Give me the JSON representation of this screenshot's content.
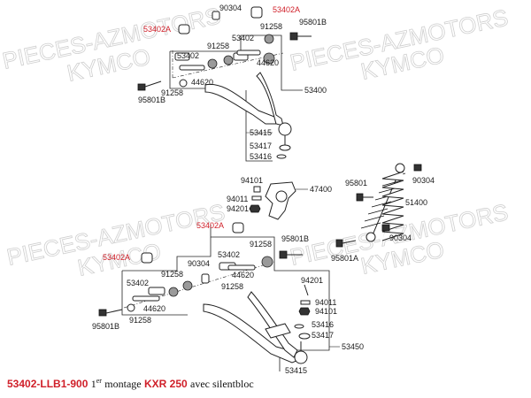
{
  "watermarks": [
    "PIECES-AZMOTORS",
    "KYMCO",
    "PIECES-AZMOTORS",
    "KYMCO",
    "PIECES-AZMOTORS",
    "KYMCO",
    "PIECES-AZMOTORS",
    "KYMCO"
  ],
  "labels": {
    "upper_90304": "90304",
    "upper_53402A_top": "53402A",
    "upper_95801B_right": "95801B",
    "upper_53402A_left": "53402A",
    "upper_91258_right": "91258",
    "upper_53402_right": "53402",
    "upper_91258_mid": "91258",
    "upper_53402_left": "53402",
    "upper_44620_right": "44620",
    "upper_44620_left": "44620",
    "upper_95801B_left": "95801B",
    "upper_91258_left": "91258",
    "upper_53400": "53400",
    "upper_53415": "53415",
    "upper_53417": "53417",
    "upper_53416": "53416",
    "knuckle_94101": "94101",
    "knuckle_94011": "94011",
    "knuckle_94201": "94201",
    "knuckle_47400": "47400",
    "shock_95801": "95801",
    "shock_90304_top": "90304",
    "shock_51400": "51400",
    "shock_90304_bottom": "90304",
    "shock_95801A": "95801A",
    "lower_53402A_right": "53402A",
    "lower_91258_right": "91258",
    "lower_95801B_right": "95801B",
    "lower_53402A_left": "53402A",
    "lower_53402_right": "53402",
    "lower_90304": "90304",
    "lower_91258_upper": "91258",
    "lower_44620_right": "44620",
    "lower_53402_left": "53402",
    "lower_91258_mid": "91258",
    "lower_44620_left": "44620",
    "lower_91258_left": "91258",
    "lower_95801B_left": "95801B",
    "lower_94201": "94201",
    "lower_94011": "94011",
    "lower_94101": "94101",
    "lower_53416": "53416",
    "lower_53417": "53417",
    "lower_53450": "53450",
    "lower_53415": "53415"
  },
  "footer": {
    "part_code": "53402-LLB1-900",
    "number": "1",
    "superscript": "er",
    "text_mid": "montage",
    "model": "KXR 250",
    "text_end": "avec silentbloc"
  },
  "colors": {
    "highlight": "#d0202a",
    "line": "#222222"
  }
}
